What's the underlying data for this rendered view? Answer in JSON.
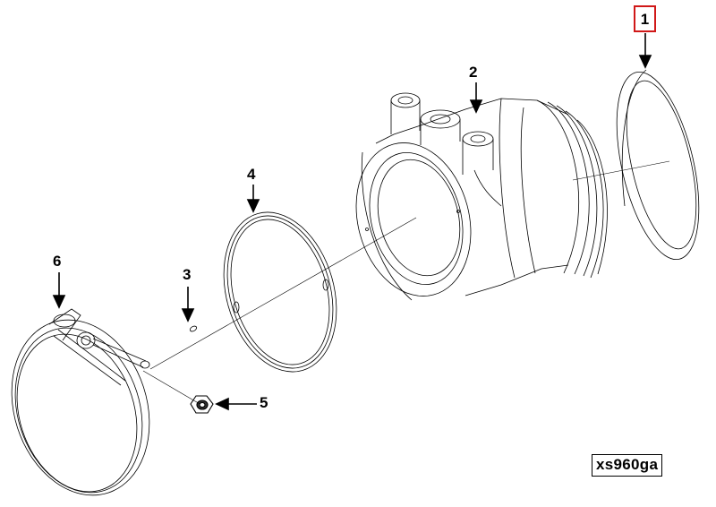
{
  "callouts": {
    "c1": "1",
    "c2": "2",
    "c3": "3",
    "c4": "4",
    "c5": "5",
    "c6": "6"
  },
  "figure_code": "xs960ga",
  "colors": {
    "highlight_box": "#d01818",
    "line": "#000000"
  }
}
